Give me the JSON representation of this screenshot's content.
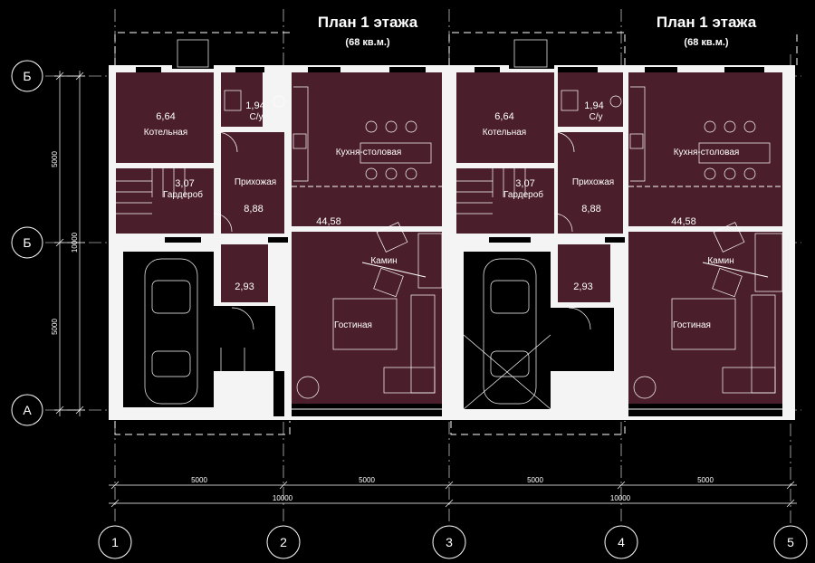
{
  "units": [
    {
      "title": "План 1 этажа",
      "subtitle": "(68 кв.м.)"
    },
    {
      "title": "План 1 этажа",
      "subtitle": "(68 кв.м.)"
    }
  ],
  "rooms": {
    "boiler_area": "6,64",
    "boiler_name": "Котельная",
    "wc_area": "1,94",
    "wc_name": "С/у",
    "kitchen_name": "Кухня-столовая",
    "wardrobe_area": "3,07",
    "wardrobe_name": "Гардероб",
    "hall_name": "Прихожая",
    "hall_area": "8,88",
    "living_area": "44,58",
    "fireplace": "Камин",
    "vestibule_area": "2,93",
    "living_name": "Гостиная"
  },
  "dimensions": {
    "vertical_upper": "5000",
    "vertical_lower": "5000",
    "vertical_total": "10000",
    "horizontal": [
      "5000",
      "5000",
      "5000",
      "5000"
    ],
    "horizontal_totals": [
      "10000",
      "10000"
    ]
  },
  "axes": {
    "rows": [
      "Б",
      "Б",
      "А"
    ],
    "columns": [
      "1",
      "2",
      "3",
      "4",
      "5"
    ]
  },
  "colors": {
    "background": "#000000",
    "floor": "#4a1e2b",
    "lines": "#ffffff"
  }
}
